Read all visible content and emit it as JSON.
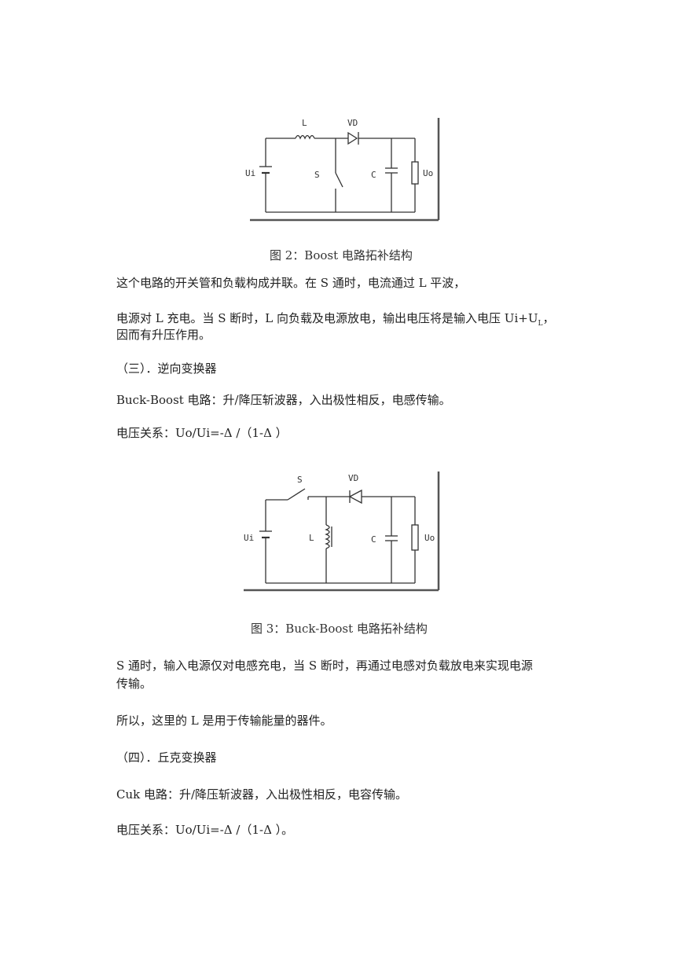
{
  "figure2": {
    "caption": "图 2：Boost 电路拓补结构",
    "labels": {
      "L": "L",
      "VD": "VD",
      "Ui": "Ui",
      "S": "S",
      "C": "C",
      "Uo": "Uo"
    }
  },
  "para1": "这个电路的开关管和负载构成并联。在 S 通时，电流通过 L 平波，",
  "para2_line1_pre": "电源对 L 充电。当 S 断时，L 向负载及电源放电，输出电压将是输入电压 Ui+U",
  "para2_line1_sub": "L",
  "para2_line1_post": "，",
  "para2_line2": "因而有升压作用。",
  "section3_title": "（三）．逆向变换器",
  "section3_desc": "Buck-Boost 电路：升/降压斩波器，入出极性相反，电感传输。",
  "section3_formula": "电压关系：Uo/Ui=-Δ /（1-Δ ）",
  "figure3": {
    "caption": "图 3：Buck-Boost 电路拓补结构",
    "labels": {
      "S": "S",
      "VD": "VD",
      "Ui": "Ui",
      "L": "L",
      "C": "C",
      "Uo": "Uo"
    }
  },
  "para3_line1": "S 通时，输入电源仅对电感充电，当 S 断时，再通过电感对负载放电来实现电源",
  "para3_line2": "传输。",
  "para4": "所以，这里的 L 是用于传输能量的器件。",
  "section4_title": "（四）．丘克变换器",
  "section4_desc": "Cuk 电路：升/降压斩波器，入出极性相反，电容传输。",
  "section4_formula": "电压关系：Uo/Ui=-Δ /（1-Δ ）。"
}
